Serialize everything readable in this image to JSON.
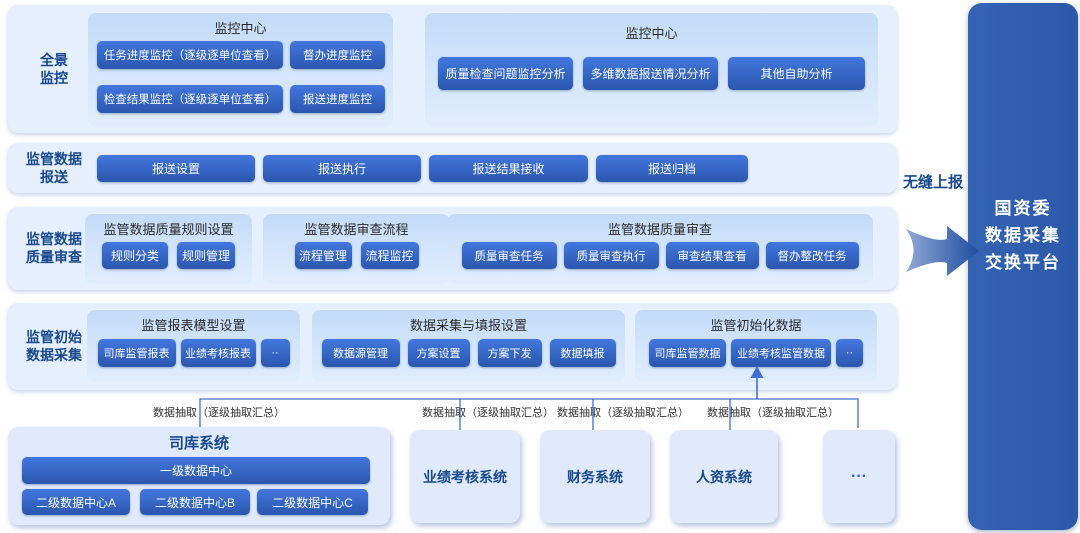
{
  "rows": [
    {
      "label_lines": [
        "全景",
        "监控"
      ],
      "groups": [
        {
          "title": "监控中心",
          "buttons": [
            "任务进度监控（逐级逐单位查看）",
            "督办进度监控",
            "检查结果监控（逐级逐单位查看）",
            "报送进度监控"
          ]
        },
        {
          "title": "监控中心",
          "buttons": [
            "质量检查问题监控分析",
            "多维数据报送情况分析",
            "其他自助分析"
          ]
        }
      ]
    },
    {
      "label_lines": [
        "监管数据",
        "报送"
      ],
      "buttons": [
        "报送设置",
        "报送执行",
        "报送结果接收",
        "报送归档"
      ]
    },
    {
      "label_lines": [
        "监管数据",
        "质量审查"
      ],
      "groups": [
        {
          "title": "监管数据质量规则设置",
          "buttons": [
            "规则分类",
            "规则管理"
          ]
        },
        {
          "title": "监管数据审查流程",
          "buttons": [
            "流程管理",
            "流程监控"
          ]
        },
        {
          "title": "监管数据质量审查",
          "buttons": [
            "质量审查任务",
            "质量审查执行",
            "审查结果查看",
            "督办整改任务"
          ]
        }
      ]
    },
    {
      "label_lines": [
        "监管初始",
        "数据采集"
      ],
      "groups": [
        {
          "title": "监管报表模型设置",
          "buttons": [
            "司库监管报表",
            "业绩考核报表",
            "··"
          ]
        },
        {
          "title": "数据采集与填报设置",
          "buttons": [
            "数据源管理",
            "方案设置",
            "方案下发",
            "数据填报"
          ]
        },
        {
          "title": "监管初始化数据",
          "buttons": [
            "司库监管数据",
            "业绩考核监管数据",
            "··"
          ]
        }
      ]
    }
  ],
  "seamless_label": "无缝上报",
  "platform": {
    "lines": [
      "国资委",
      "数据采集",
      "交换平台"
    ]
  },
  "extract_labels": [
    "数据抽取（逐级抽取汇总）",
    "数据抽取（逐级抽取汇总）",
    "数据抽取（逐级抽取汇总）",
    "数据抽取（逐级抽取汇总）"
  ],
  "systems": {
    "treasury": {
      "title": "司库系统",
      "level1": "一级数据中心",
      "level2": [
        "二级数据中心A",
        "二级数据中心B",
        "二级数据中心C"
      ]
    },
    "others": [
      "业绩考核系统",
      "财务系统",
      "人资系统",
      "···"
    ]
  },
  "colors": {
    "accent": "#2e5dad",
    "button_top": "#4377de",
    "button_bottom": "#2a57ae",
    "band_bg": "#e6effd",
    "group_bg": "#c3dbf8",
    "label_text": "#17498f",
    "connector": "#3f6fd1"
  }
}
